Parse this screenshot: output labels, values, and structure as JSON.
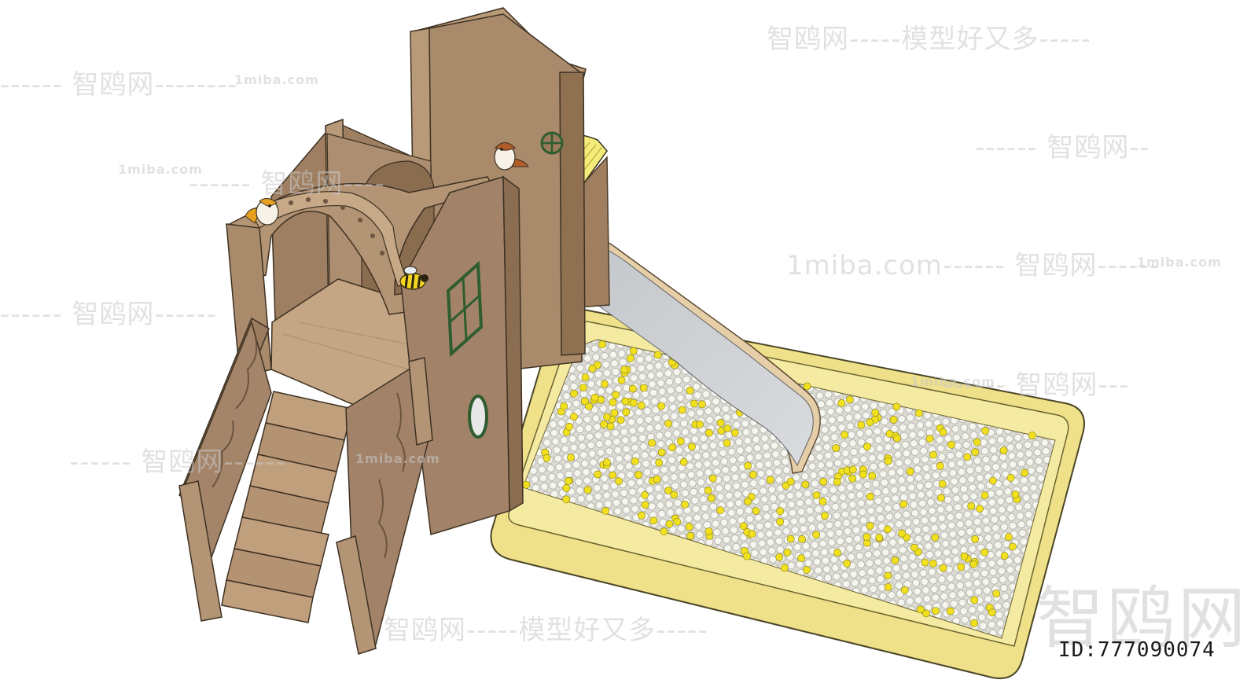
{
  "watermarks": {
    "w1": "智鸥网-----模型好又多-----",
    "w2": "------ 智鸥网--------",
    "w3": "1miba.com",
    "w4": "------ 智鸥网--",
    "w5": "1miba.com",
    "w6": "1miba.com------ 智鸥网------",
    "w7": "1miba.com",
    "w8": "------ 智鸥网------",
    "w9": "------ 智鸥网---",
    "w10": "1miba.com",
    "w11": "------ 智鸥网------",
    "w12": "1miba.com",
    "w13": "------ 智鸥网----",
    "w14": "智鸥网-----模型好又多-----"
  },
  "brand_logo": "智鸥网",
  "model_id": "ID:777090074",
  "colors": {
    "wood": "#a8896a",
    "wood_dark": "#7a5f45",
    "wood_light": "#c4a686",
    "pool_yellow": "#f1e48d",
    "pool_rim": "#e7d46a",
    "ball_white": "#f4f4ef",
    "ball_yellow": "#f0e020",
    "slide_grey": "#c9ccd0",
    "window_green": "#2f5d2f"
  }
}
